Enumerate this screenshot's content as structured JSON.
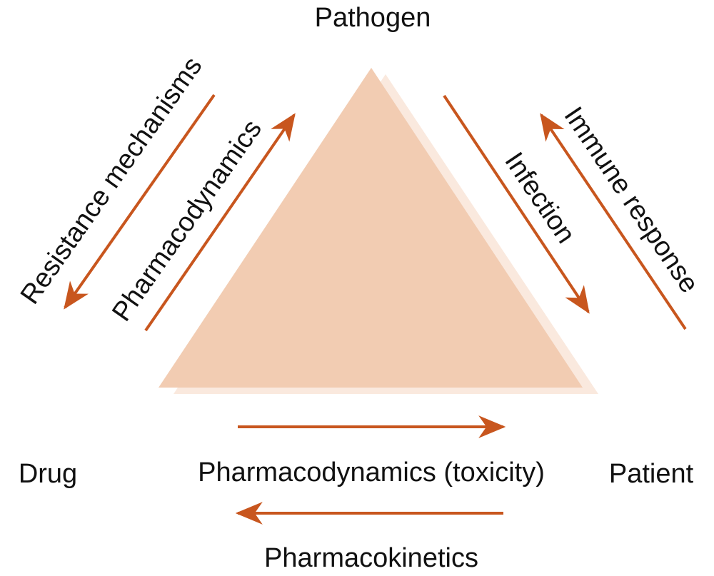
{
  "colors": {
    "triangle_fill": "#f2ccb2",
    "triangle_shadow": "#fae9de",
    "arrow": "#c8561e",
    "text": "#111111"
  },
  "nodes": {
    "top": "Pathogen",
    "bottom_left": "Drug",
    "bottom_right": "Patient"
  },
  "edges": {
    "drug_to_pathogen": "Pharmacodynamics",
    "pathogen_to_drug": "Resistance mechanisms",
    "pathogen_to_patient": "Infection",
    "patient_to_pathogen": "Immune response",
    "drug_to_patient": "Pharmacodynamics (toxicity)",
    "patient_to_drug": "Pharmacokinetics"
  }
}
